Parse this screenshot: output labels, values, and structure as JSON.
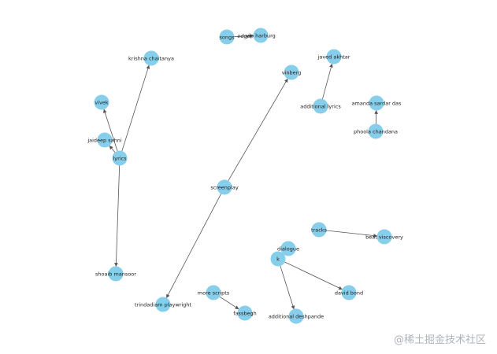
{
  "graph": {
    "node_color": "#87CEEB",
    "edge_color": "#555555",
    "nodes": [
      {
        "id": "songs",
        "label": "songs"
      },
      {
        "id": "yip",
        "label": "yip harburg"
      },
      {
        "id": "krishna",
        "label": "krishna chaitanya"
      },
      {
        "id": "javed",
        "label": "javed akhtar"
      },
      {
        "id": "vinberg",
        "label": "vinberg"
      },
      {
        "id": "addlyrics",
        "label": "additional lyrics"
      },
      {
        "id": "amanda",
        "label": "amanda sardar das"
      },
      {
        "id": "phoola",
        "label": "phoola chandana"
      },
      {
        "id": "vivek",
        "label": "vivek"
      },
      {
        "id": "jaideep",
        "label": "jaideep sahni"
      },
      {
        "id": "lyrics",
        "label": "lyrics"
      },
      {
        "id": "screenplay",
        "label": "screenplay"
      },
      {
        "id": "tracks",
        "label": "tracks"
      },
      {
        "id": "bengs",
        "label": "beat viscovery"
      },
      {
        "id": "dialogue",
        "label": "dialogue"
      },
      {
        "id": "k",
        "label": "k"
      },
      {
        "id": "shoaib",
        "label": "shoaib mansoor"
      },
      {
        "id": "david",
        "label": "david bond"
      },
      {
        "id": "trinda",
        "label": "trindadiam playwright"
      },
      {
        "id": "more",
        "label": "more scripts"
      },
      {
        "id": "fassbegh",
        "label": "fassbegh"
      },
      {
        "id": "addesh",
        "label": "additional deshpande"
      }
    ],
    "edges": [
      {
        "from": "songs",
        "to": "yip",
        "label": "edge"
      },
      {
        "from": "lyrics",
        "to": "krishna",
        "label": ""
      },
      {
        "from": "lyrics",
        "to": "vivek",
        "label": ""
      },
      {
        "from": "lyrics",
        "to": "jaideep",
        "label": ""
      },
      {
        "from": "lyrics",
        "to": "shoaib",
        "label": ""
      },
      {
        "from": "addlyrics",
        "to": "javed",
        "label": ""
      },
      {
        "from": "phoola",
        "to": "amanda",
        "label": ""
      },
      {
        "from": "screenplay",
        "to": "vinberg",
        "label": ""
      },
      {
        "from": "screenplay",
        "to": "trinda",
        "label": ""
      },
      {
        "from": "tracks",
        "to": "bengs",
        "label": ""
      },
      {
        "from": "k",
        "to": "dialogue",
        "label": ""
      },
      {
        "from": "k",
        "to": "david",
        "label": ""
      },
      {
        "from": "k",
        "to": "addesh",
        "label": ""
      },
      {
        "from": "more",
        "to": "fassbegh",
        "label": ""
      }
    ]
  },
  "watermark": "@稀土掘金技术社区"
}
